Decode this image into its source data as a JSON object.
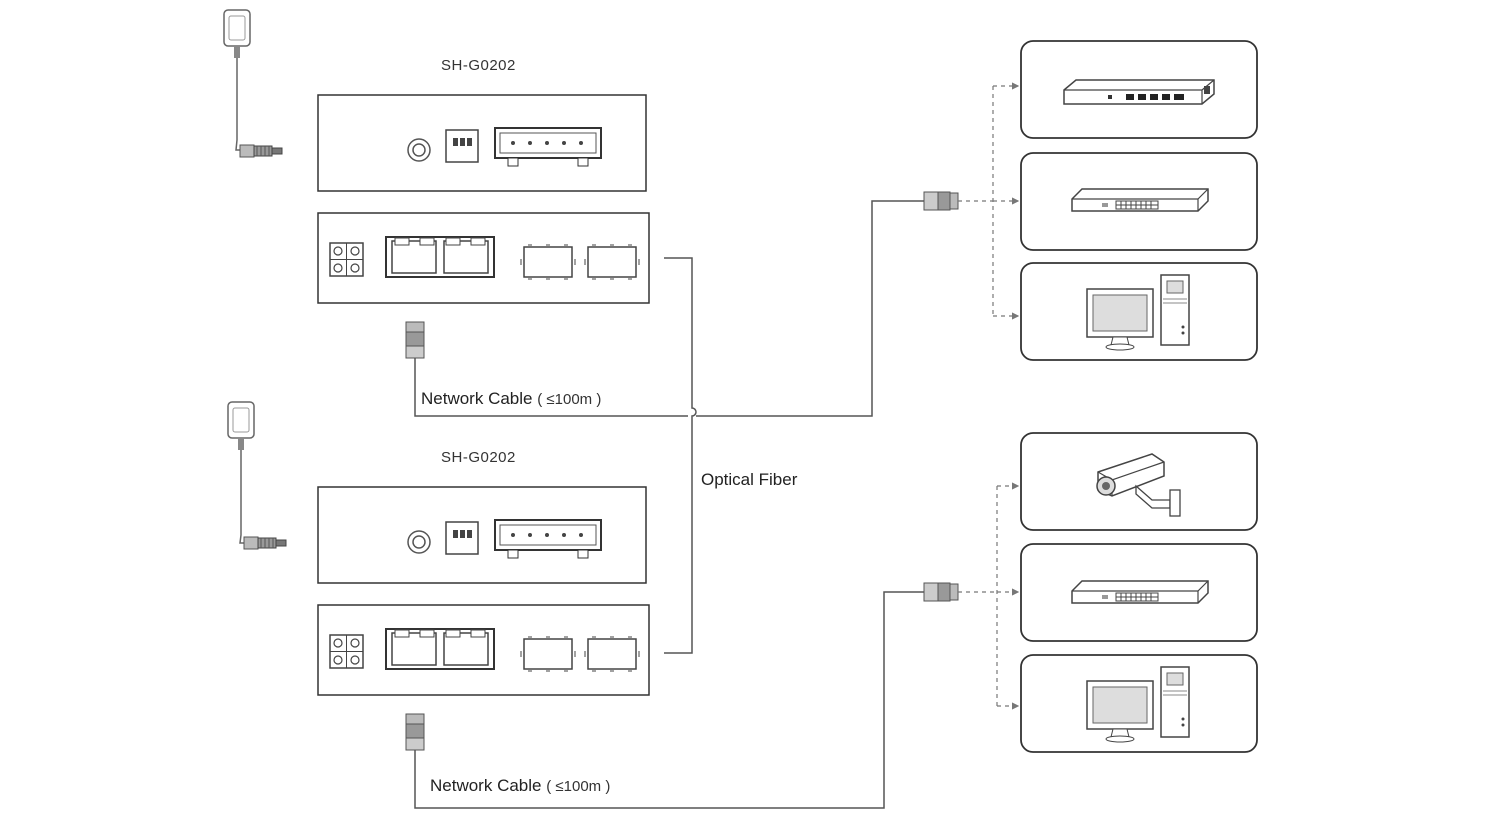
{
  "units": [
    {
      "model": "SH-G0202",
      "cable_label": "Network Cable",
      "cable_length": "( ≤100m )"
    },
    {
      "model": "SH-G0202",
      "cable_label": "Network Cable",
      "cable_length": "( ≤100m )"
    }
  ],
  "fiber_label": "Optical Fiber",
  "devices_top": [
    {
      "icon": "router-icon"
    },
    {
      "icon": "network-switch-icon"
    },
    {
      "icon": "desktop-computer-icon"
    }
  ],
  "devices_bottom": [
    {
      "icon": "cctv-camera-icon"
    },
    {
      "icon": "network-switch-icon"
    },
    {
      "icon": "desktop-computer-icon"
    }
  ],
  "colors": {
    "line": "#555555",
    "box": "#333333",
    "device_fill": "#dddddd"
  }
}
